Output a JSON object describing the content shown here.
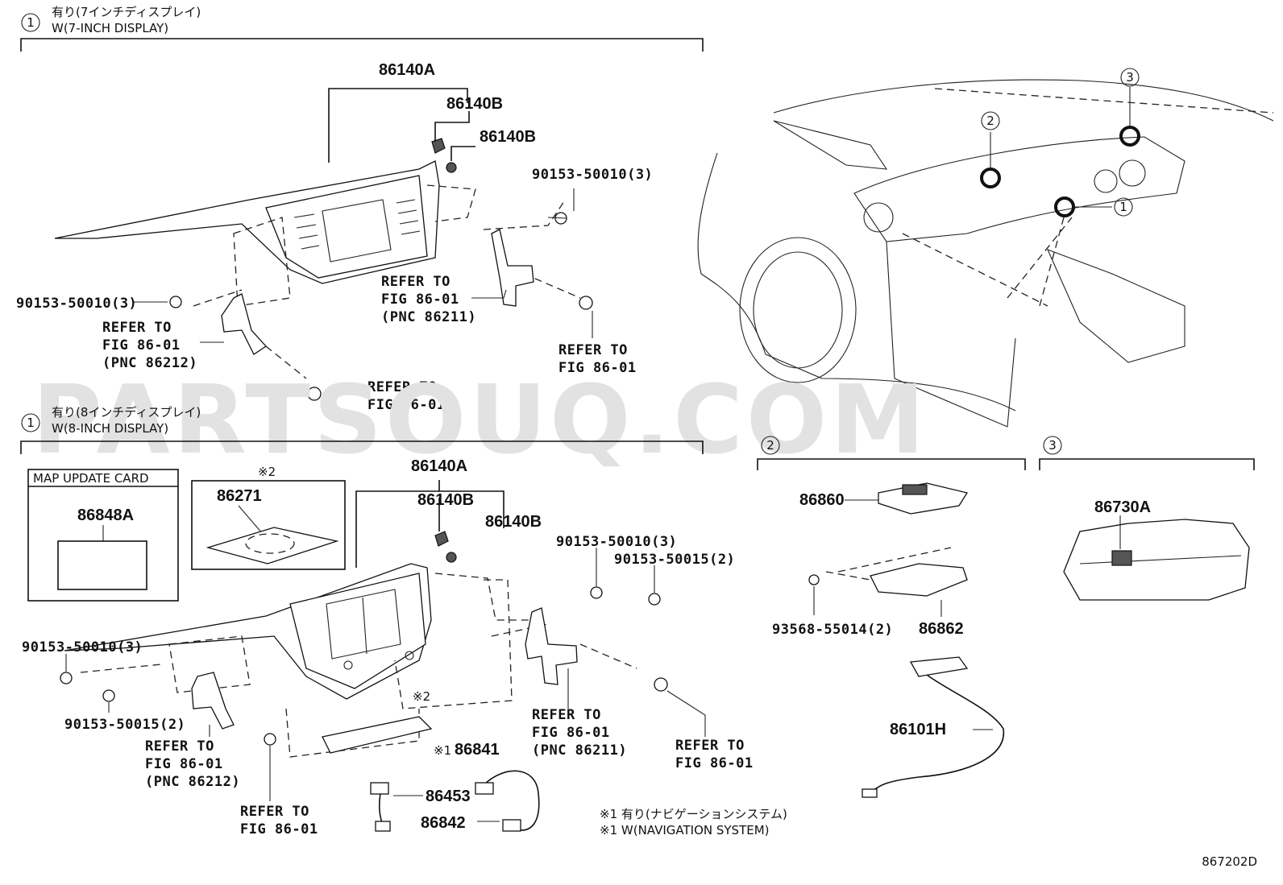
{
  "watermark": "PARTSOUQ.COM",
  "figure_code": "867202D",
  "sections": {
    "s1_7inch": {
      "marker": "1",
      "title_jp": "有り(7インチディスプレイ)",
      "title_en": "W(7-INCH DISPLAY)",
      "labels": {
        "p86140A": "86140A",
        "p86140B_1": "86140B",
        "p86140B_2": "86140B",
        "bolt_right": "90153-50010(3)",
        "bolt_left": "90153-50010(3)",
        "ref_center_1": "REFER TO",
        "ref_center_2": "FIG 86-01",
        "ref_center_3": "(PNC 86211)",
        "ref_left_1": "REFER TO",
        "ref_left_2": "FIG 86-01",
        "ref_left_3": "(PNC 86212)",
        "ref_right_1": "REFER TO",
        "ref_right_2": "FIG 86-01",
        "ref_bottom_1": "REFER TO",
        "ref_bottom_2": "FIG 86-01"
      }
    },
    "s1_8inch": {
      "marker": "1",
      "title_jp": "有り(8インチディスプレイ)",
      "title_en": "W(8-INCH DISPLAY)",
      "map_card_title": "MAP UPDATE CARD",
      "labels": {
        "p86848A": "86848A",
        "note2_mark": "※2",
        "p86271": "86271",
        "p86140A": "86140A",
        "p86140B_1": "86140B",
        "p86140B_2": "86140B",
        "bolt_r1": "90153-50010(3)",
        "bolt_r2": "90153-50015(2)",
        "bolt_l1": "90153-50010(3)",
        "bolt_l2": "90153-50015(2)",
        "note2_inline": "※2",
        "p86841": "86841",
        "note1_inline": "※1",
        "p86453": "86453",
        "p86842": "86842",
        "ref_a1": "REFER TO",
        "ref_a2": "FIG 86-01",
        "ref_a3": "(PNC 86212)",
        "ref_b1": "REFER TO",
        "ref_b2": "FIG 86-01",
        "ref_c1": "REFER TO",
        "ref_c2": "FIG 86-01",
        "ref_c3": "(PNC 86211)",
        "ref_d1": "REFER TO",
        "ref_d2": "FIG 86-01"
      },
      "footnote_jp": "※1 有り(ナビゲーションシステム)",
      "footnote_en": "※1 W(NAVIGATION SYSTEM)"
    },
    "s2": {
      "marker": "2",
      "labels": {
        "p86860": "86860",
        "p86862": "86862",
        "bolt": "93568-55014(2)",
        "p86101H": "86101H"
      }
    },
    "s3": {
      "marker": "3",
      "labels": {
        "p86730A": "86730A"
      }
    },
    "car_markers": {
      "m1": "1",
      "m2": "2",
      "m3": "3"
    }
  }
}
